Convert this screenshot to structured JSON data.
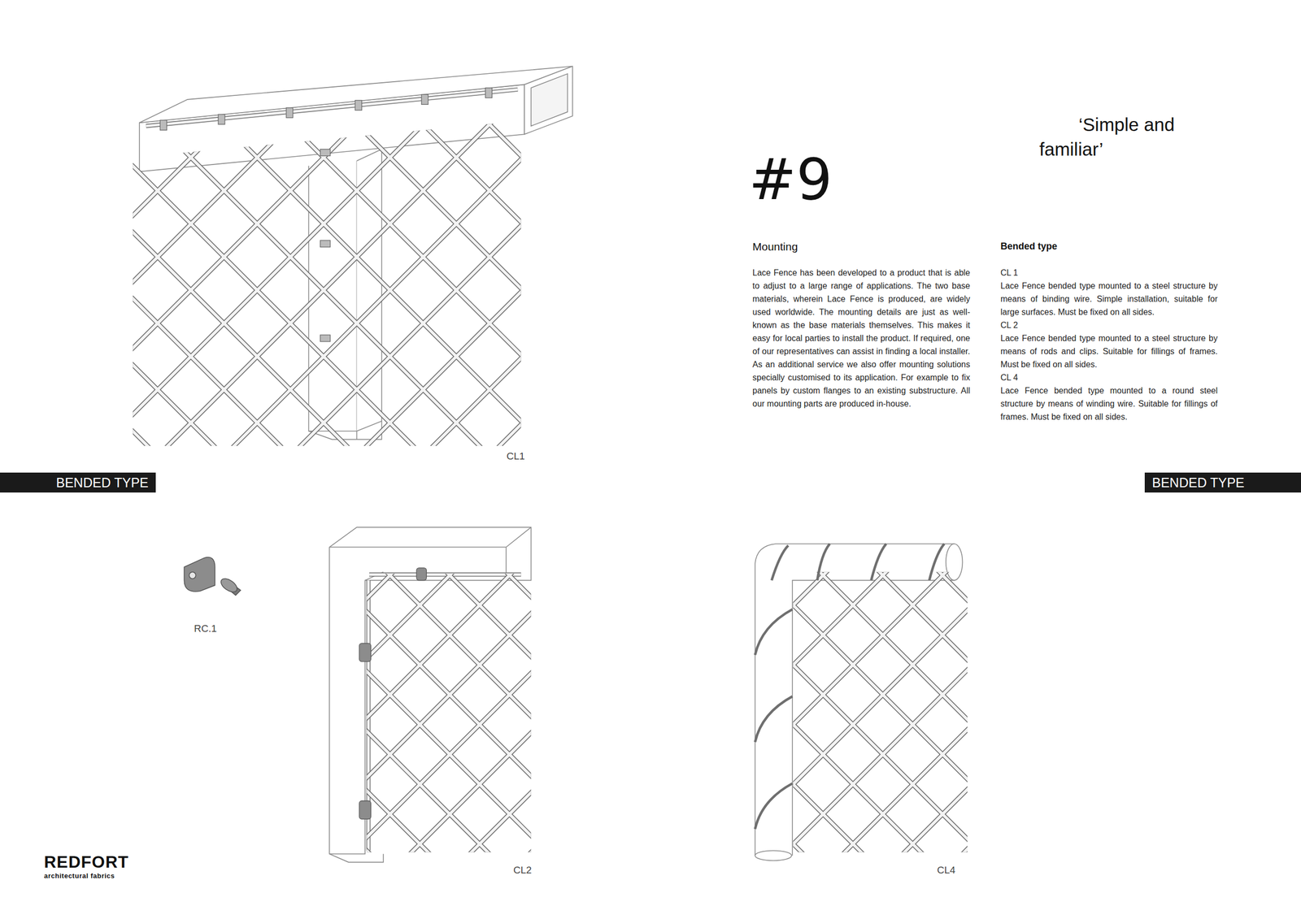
{
  "diagram": {
    "title": "#9",
    "nodes": [
      {
        "text": [
          "BENDED TYPE"
        ]
      },
      {
        "text": [
          "BENDED TYPE"
        ]
      }
    ],
    "labels": [
      "‘Simple and familiar’",
      "Mounting",
      "Lace Fence has been developed to a product that is able to adjust to a large range of applications. The two base materials, wherein Lace Fence is produced, are widely used worldwide. The mounting details are just as well-known as the base materials themselves. This makes it easy for local parties to install the product. If required, one of our representatives can assist in finding a local installer. As an additional service we also offer mounting solutions specially customised to its application. For example to fix panels by custom flanges to an existing substructure. All our mounting parts are produced in-house.",
      "Bended type",
      "CL 1",
      "Lace Fence bended type mounted to a steel structure by means of binding wire. Simple installation, suitable for large surfaces. Must be fixed on all sides.",
      "CL 2",
      "Lace Fence bended type mounted to a steel structure by means of rods and clips. Suitable for fillings of frames. Must be fixed on all sides.",
      "CL 4",
      "Lace Fence bended type mounted to a round steel structure by means of winding wire. Suitable for fillings of frames. Must be fixed on all sides.",
      "CL1",
      "RC.1",
      "CL2",
      "CL4",
      "REDFORT",
      "architectural fabrics"
    ]
  }
}
